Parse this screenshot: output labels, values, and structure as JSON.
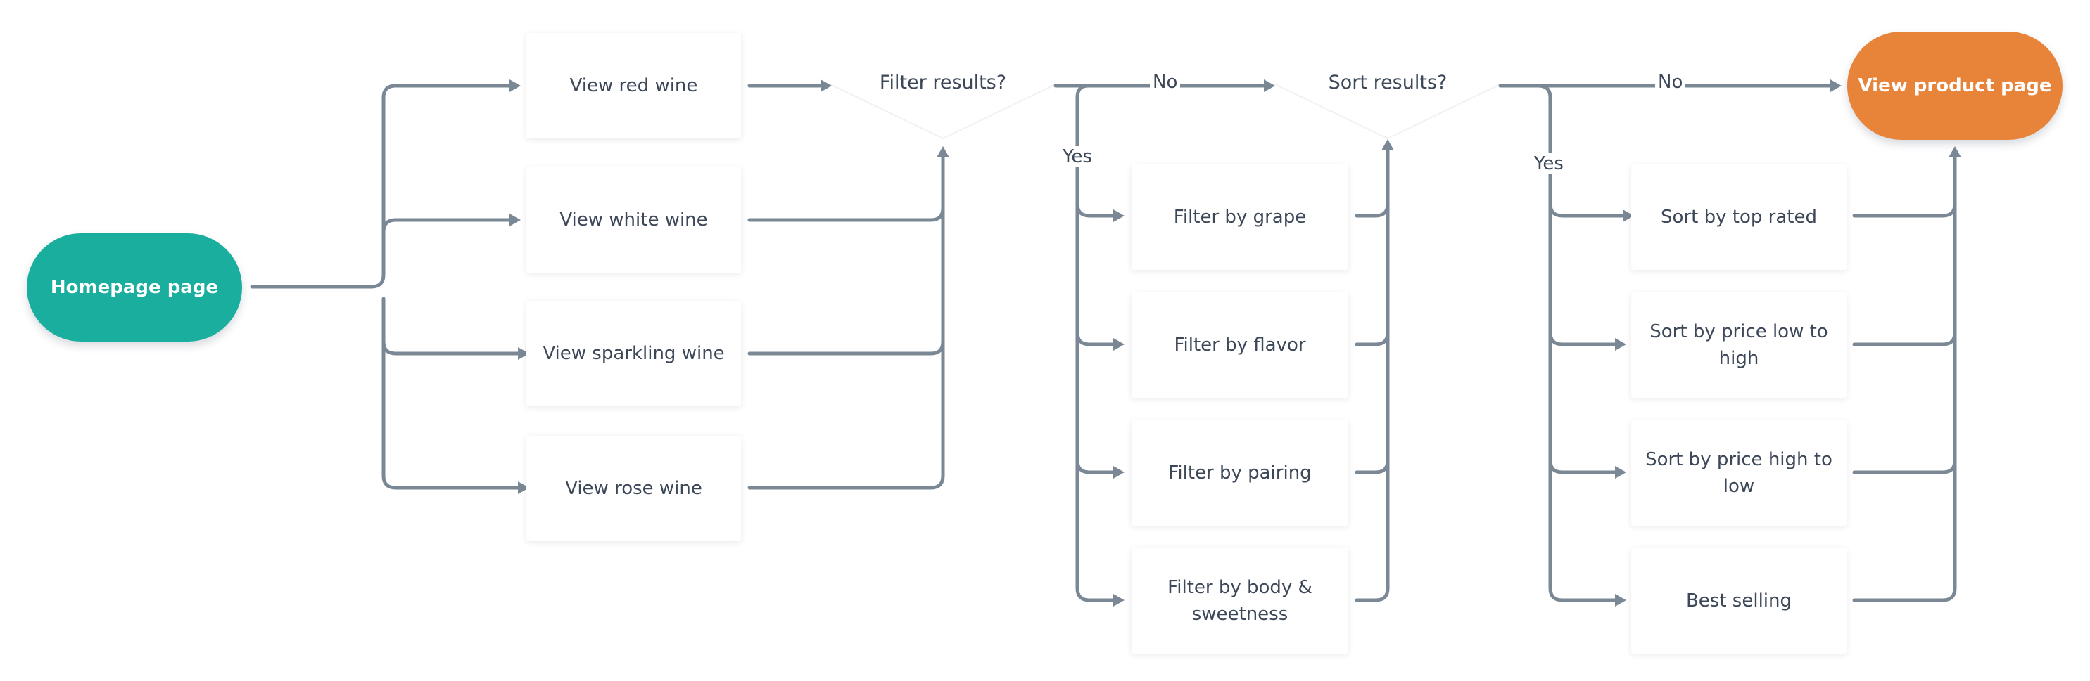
{
  "diagram": {
    "start": "Homepage page",
    "end": "View product page",
    "wine_options": [
      "View red wine",
      "View white wine",
      "View sparkling wine",
      "View rose wine"
    ],
    "filter_question": "Filter results?",
    "filter_options": [
      "Filter by grape",
      "Filter by flavor",
      "Filter by pairing",
      "Filter by body & sweetness"
    ],
    "sort_question": "Sort results?",
    "sort_options": [
      "Sort by top rated",
      "Sort by price low to high",
      "Sort by price high to low",
      "Best selling"
    ],
    "label_no": "No",
    "label_yes": "Yes"
  },
  "colors": {
    "start": "#1aae9f",
    "end": "#e8833a",
    "connector": "#7a8896",
    "text": "#3c4758"
  }
}
